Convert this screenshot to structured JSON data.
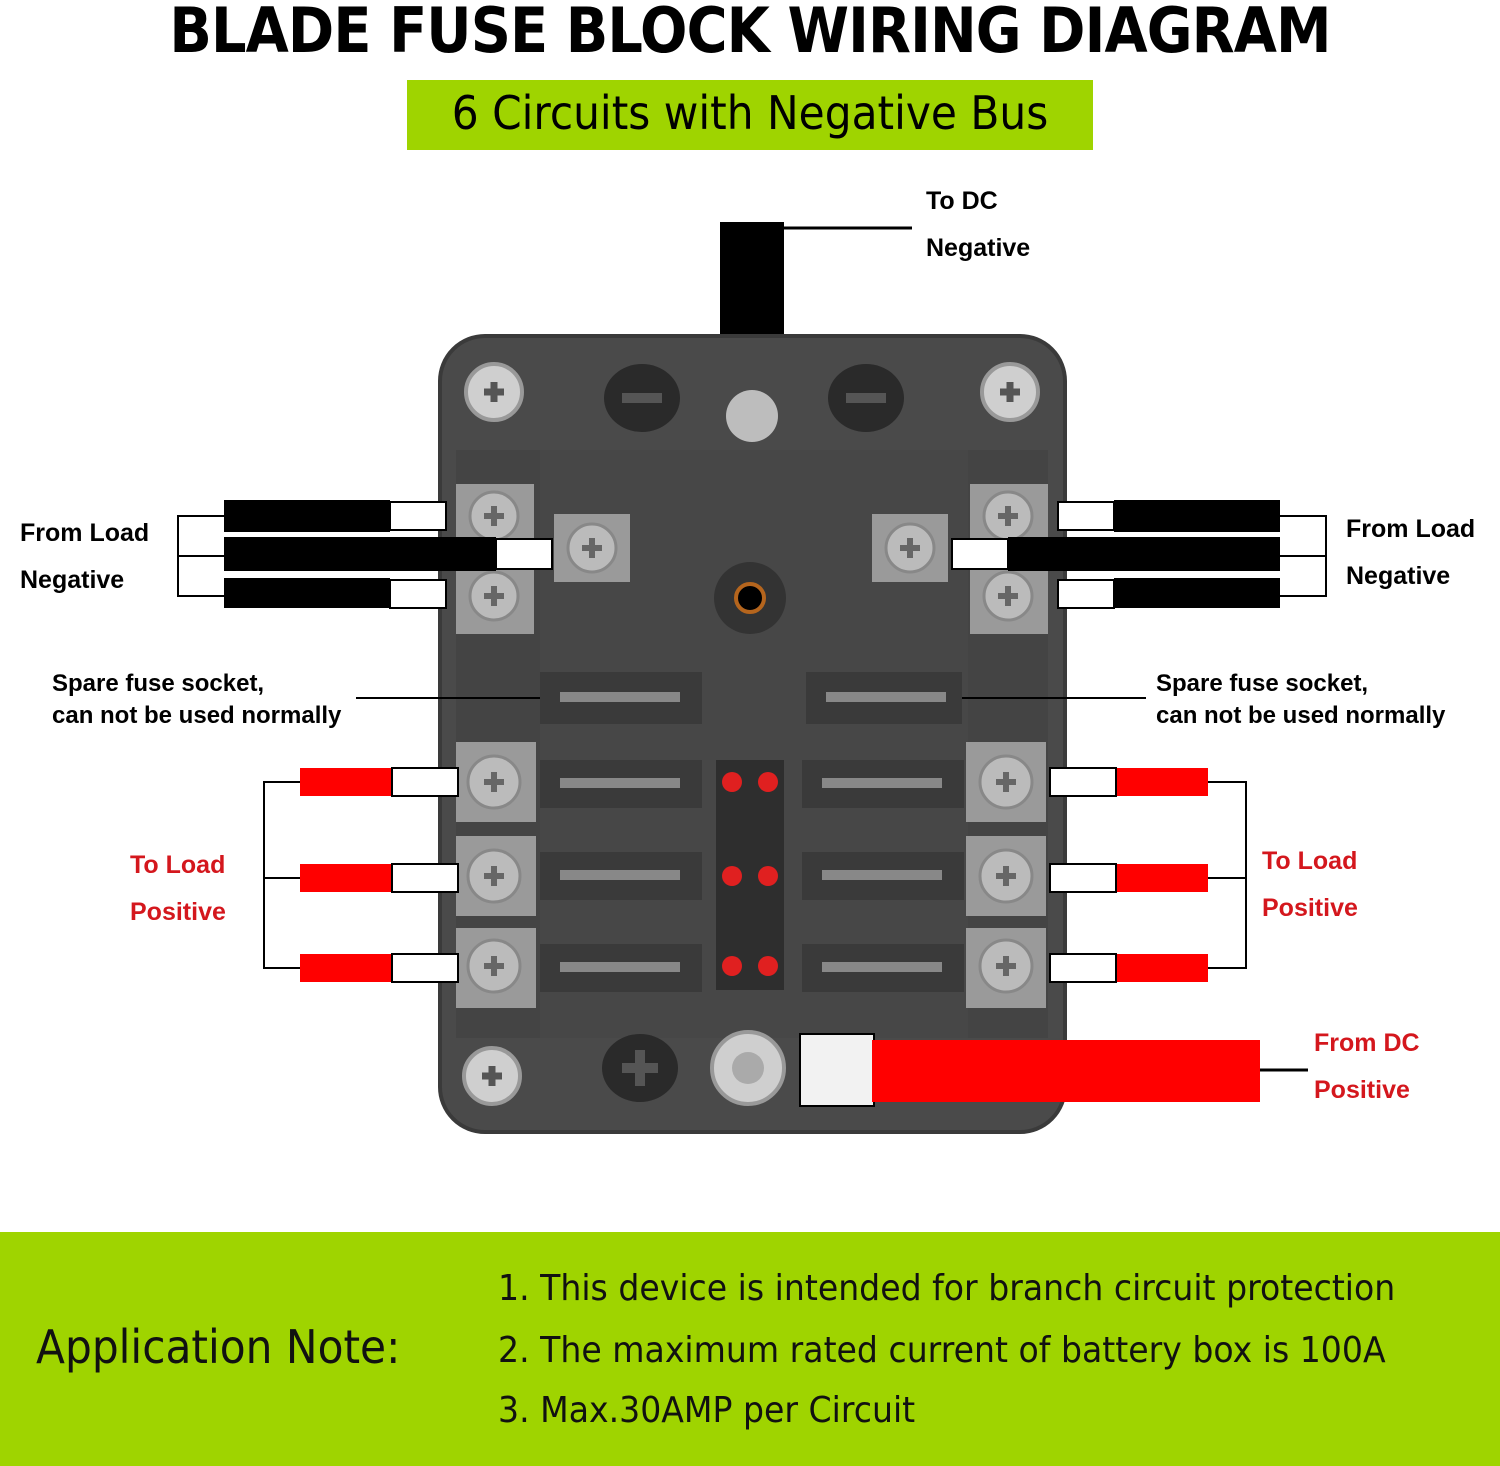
{
  "header": {
    "title": "BLADE FUSE BLOCK WIRING DIAGRAM",
    "subtitle": "6 Circuits with Negative Bus"
  },
  "labels": {
    "dc_negative": [
      "To DC",
      "Negative"
    ],
    "load_negative_left": [
      "From Load",
      "Negative"
    ],
    "load_negative_right": [
      "From Load",
      "Negative"
    ],
    "spare_left": [
      "Spare fuse socket,",
      "can not be used normally"
    ],
    "spare_right": [
      "Spare fuse socket,",
      "can not be used normally"
    ],
    "load_positive_left": [
      "To Load",
      "Positive"
    ],
    "load_positive_right": [
      "To Load",
      "Positive"
    ],
    "dc_positive": [
      "From DC",
      "Positive"
    ]
  },
  "colors": {
    "accent_green": "#9fd400",
    "positive_red": "#ff0000",
    "label_red": "#d4171d",
    "negative_black": "#000000",
    "block_gray": "#4a4a4a"
  },
  "footer": {
    "title": "Application Note:",
    "notes": [
      "1. This device is intended for branch circuit protection",
      "2. The maximum rated current of battery box is 100A",
      "3. Max.30AMP  per Circuit"
    ]
  }
}
